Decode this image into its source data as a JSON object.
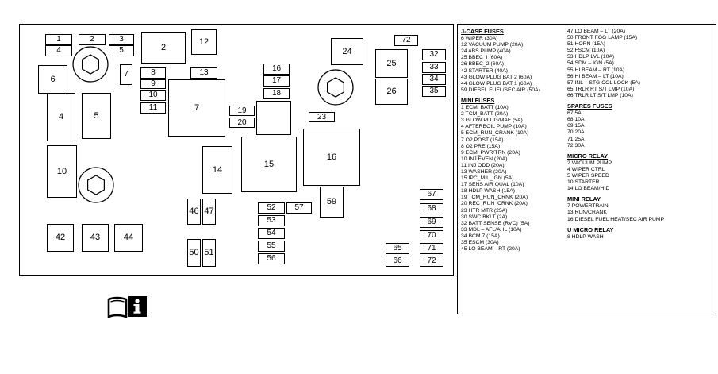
{
  "fuse_block": {
    "labels": {
      "f1": "1",
      "f2": "2",
      "f3": "3",
      "f4": "4",
      "f5": "5",
      "f6": "6",
      "f7": "7",
      "f8": "8",
      "f9": "9",
      "f10": "10",
      "f11": "11",
      "f12": "12",
      "f13": "13",
      "f14": "14",
      "f15": "15",
      "f16": "16",
      "f17": "17",
      "f18": "18",
      "f19": "19",
      "f20": "20",
      "f23": "23",
      "f24": "24",
      "f25": "25",
      "f26": "26",
      "f32": "32",
      "f33": "33",
      "f34": "34",
      "f35": "35",
      "f42": "42",
      "f43": "43",
      "f44": "44",
      "f46": "46",
      "f47": "47",
      "f50": "50",
      "f51": "51",
      "f52": "52",
      "f53": "53",
      "f54": "54",
      "f55": "55",
      "f56": "56",
      "f57": "57",
      "f59": "59",
      "f65": "65",
      "f66": "66",
      "f67": "67",
      "f68": "68",
      "f69": "69",
      "f70": "70",
      "f71": "71",
      "f72": "72",
      "f72b": "72",
      "r4": "4",
      "r5": "5",
      "r6": "6",
      "r7": "7",
      "r10": "10",
      "r2": "2",
      "r16": "16"
    }
  },
  "legend": {
    "col1": [
      {
        "heading": "J-CASE FUSES",
        "items": [
          "6  WIPER (30A)",
          "12  VACUUM PUMP (20A)",
          "24  ABS PUMP (40A)",
          "25  BBEC_I (60A)",
          "26  BBEC_2 (60A)",
          "42  STARTER (40A)",
          "43  GLOW PLUG BAT 2 (60A)",
          "44  GLOW PLUG BAT 1 (60A)",
          "59  DIESEL FUEL/SEC AIR (50A)"
        ]
      },
      {
        "heading": "MINI FUSES",
        "items": [
          "1  ECM_BATT (10A)",
          "2  TCM_BATT (20A)",
          "3  GLOW PLUG/MAF (5A)",
          "4  AFTERBOIL PUMP (10A)",
          "5  ECM_RUN_CRANK (10A)",
          "7  O2 POST (15A)",
          "8  O2 PRE (15A)",
          "9  ECM_PWR/TRN (20A)",
          "10  INJ EVEN (20A)",
          "11  INJ ODD (20A)",
          "13  WASHER (20A)",
          "15  IPC_MIL_IGN (5A)",
          "17  SENS AIR QUAL (10A)",
          "18  HDLP WASH (15A)",
          "19  TCM_RUN_CRNK (20A)",
          "20  REC_RUN_CRNK (20A)",
          "23  HTR MTR (25A)",
          "30  SWC BKLT (2A)",
          "32  BATT SENSE (RVC) (5A)",
          "33  MDL – AFL/AHL (10A)",
          "34  BCM 7 (15A)",
          "35  ESCM (30A)",
          "45  LO BEAM – RT (20A)"
        ]
      }
    ],
    "col2": [
      {
        "heading": "",
        "items": [
          "47  LO BEAM – LT (20A)",
          "50  FRONT FOG LAMP (15A)",
          "51  HORN (15A)",
          "52  FSCM (10A)",
          "53  HDLP LVL (10A)",
          "54  SDM – IGN (5A)",
          "55  HI BEAM – RT (10A)",
          "56  HI BEAM – LT (10A)",
          "57  INL – STG COL LOCK (5A)",
          "65  TRLR RT S/T LMP (10A)",
          "66  TRLR LT S/T LMP (10A)"
        ]
      },
      {
        "heading": "SPARES FUSES",
        "items": [
          "67  5A",
          "68  10A",
          "69  15A",
          "70  20A",
          "71  25A",
          "72  30A"
        ]
      },
      {
        "heading": "MICRO RELAY",
        "items": [
          "2  VACUUM PUMP",
          "4  WIPER CTRL",
          "5  WIPER SPEED",
          "10  STARTER",
          "14  LO BEAM/HID"
        ]
      },
      {
        "heading": "MINI RELAY",
        "items": [
          "7  POWERTRAIN",
          "13  RUN/CRANK",
          "16  DIESEL FUEL HEAT/SEC AIR PUMP"
        ]
      },
      {
        "heading": "U MICRO RELAY",
        "items": [
          "8  HDLP WASH"
        ]
      }
    ]
  },
  "icons": {
    "info": "owner-manual-info-icon"
  }
}
